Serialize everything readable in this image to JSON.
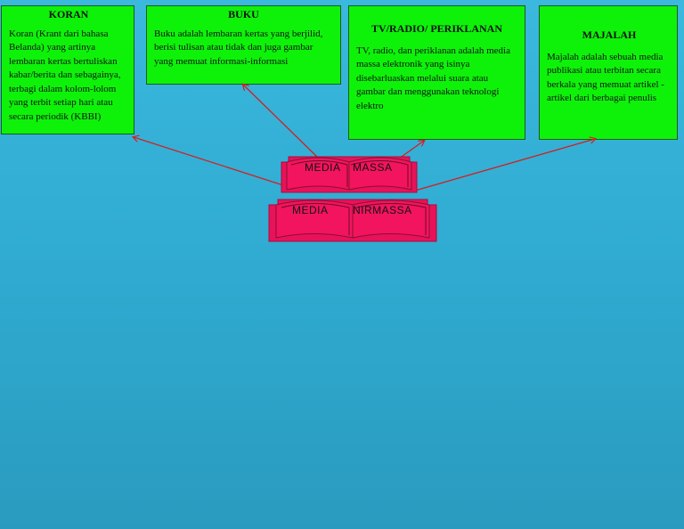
{
  "boxes": {
    "koran": {
      "title": "KORAN",
      "text": "Koran (Krant dari bahasa Belanda) yang artinya lembaran kertas bertuliskan kabar/berita dan sebagainya, terbagi dalam kolom-lolom yang terbit setiap hari atau secara periodik (KBBI)"
    },
    "buku": {
      "title": "BUKU",
      "text": "Buku adalah lembaran kertas yang berjilid, berisi tulisan atau tidak dan juga gambar yang memuat informasi-informasi"
    },
    "tv": {
      "title": "TV/RADIO/ PERIKLANAN",
      "text": "TV, radio, dan periklanan adalah media massa elektronik yang isinya disebarluaskan melalui suara atau gambar dan  menggunakan teknologi elektro"
    },
    "majalah": {
      "title": "MAJALAH",
      "text": "Majalah adalah sebuah media publikasi atau terbitan secara berkala yang memuat artikel -artikel dari berbagai penulis"
    }
  },
  "books": {
    "massa": {
      "left_word": "MEDIA",
      "right_word": "MASSA"
    },
    "nirmassa": {
      "left_word": "MEDIA",
      "right_word": "NIRMASSA"
    }
  },
  "colors": {
    "box_fill": "#0ef20a",
    "book_fill": "#f2145e",
    "arrow": "#d12020",
    "background": "#3ab8de"
  }
}
